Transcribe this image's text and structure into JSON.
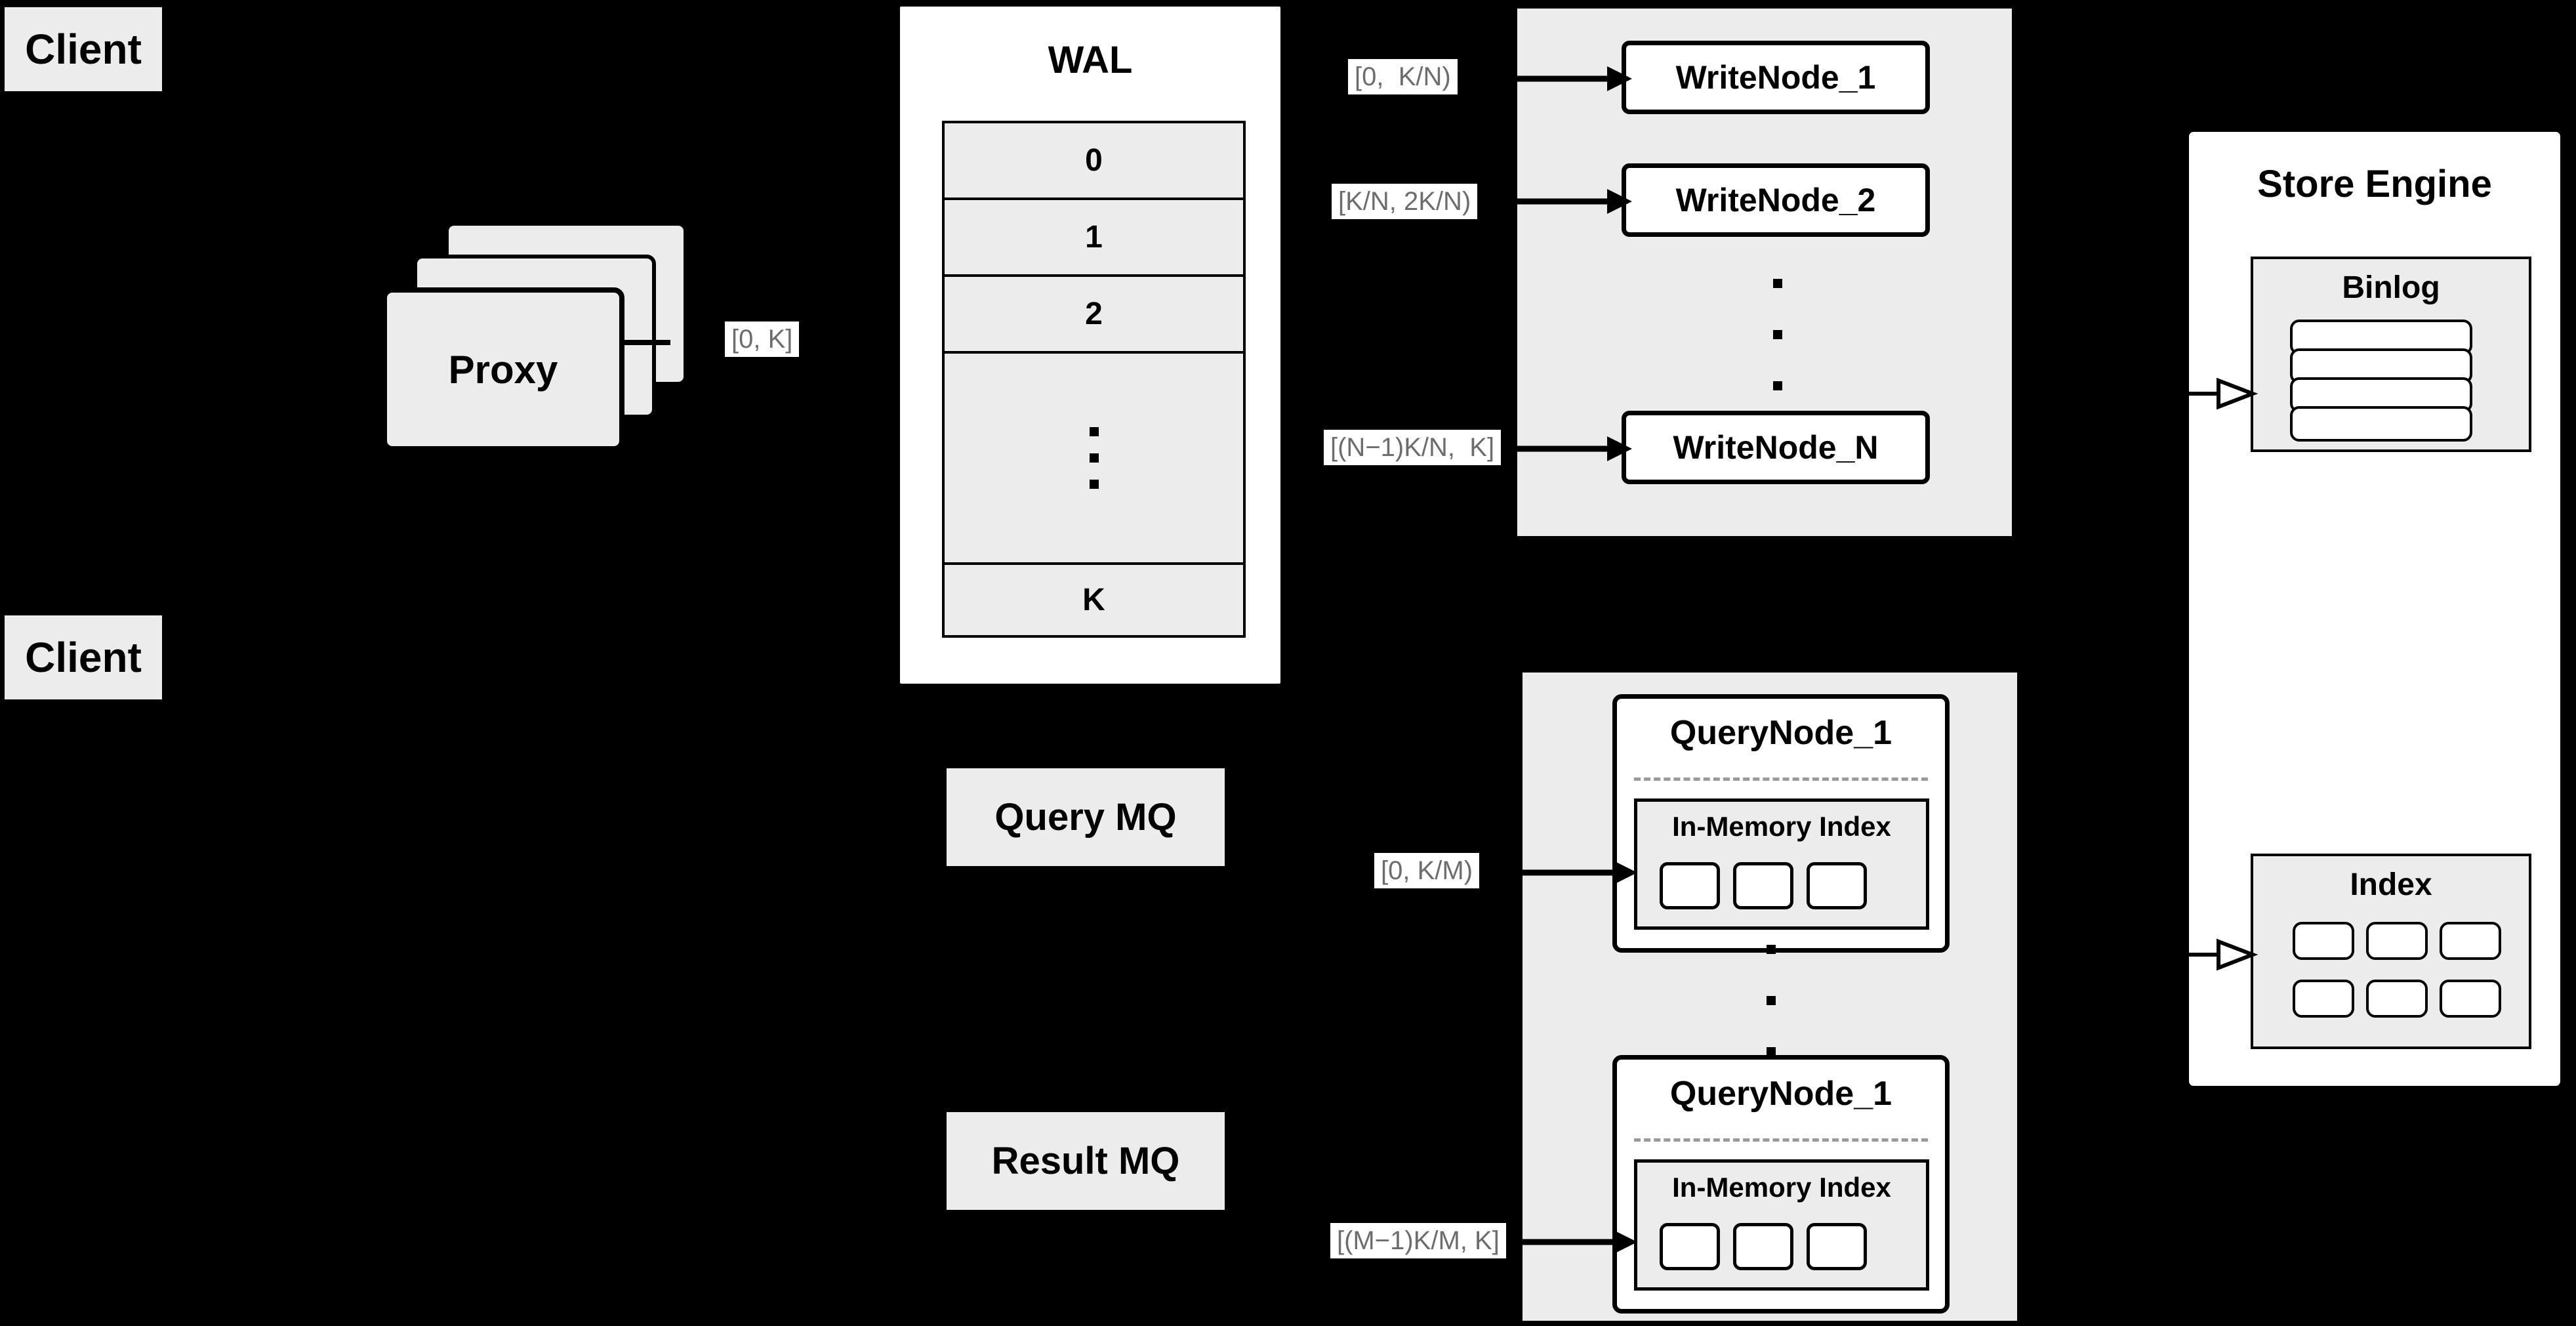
{
  "diagram": {
    "title": "Distributed write/query engine architecture",
    "background_color": "#000000",
    "panel_fill": "#ECECEC",
    "node_fill": "#FFFFFF",
    "stroke_color": "#000000",
    "label_text_color": "#6D6D6D"
  },
  "clients": [
    {
      "label": "Client"
    },
    {
      "label": "Client"
    }
  ],
  "proxy": {
    "label": "Proxy",
    "stack_count": 3,
    "output_label": "[0, K]"
  },
  "wal": {
    "title": "WAL",
    "rows": [
      "0",
      "1",
      "2",
      "···",
      "K"
    ],
    "ellipsis_row_index": 3,
    "ellipsis_dots": 3
  },
  "message_queues": [
    {
      "label": "Query MQ",
      "name": "query-mq"
    },
    {
      "label": "Result MQ",
      "name": "result-mq"
    }
  ],
  "write_cluster": {
    "nodes": [
      {
        "label": "WriteNode_1",
        "range_label": "[0,  K/N)"
      },
      {
        "label": "WriteNode_2",
        "range_label": "[K/N, 2K/N)"
      },
      {
        "label": "WriteNode_N",
        "range_label": "[(N−1)K/N,  K]"
      }
    ],
    "ellipsis_dots": 3
  },
  "query_cluster": {
    "nodes": [
      {
        "label": "QueryNode_1",
        "range_label": "[0, K/M)",
        "index": {
          "title": "In-Memory Index",
          "cells": 3
        }
      },
      {
        "label": "QueryNode_1",
        "range_label": "[(M−1)K/M, K]",
        "index": {
          "title": "In-Memory Index",
          "cells": 3
        }
      }
    ],
    "ellipsis_dots": 3
  },
  "store_engine": {
    "title": "Store Engine",
    "binlog": {
      "title": "Binlog",
      "bars": 4
    },
    "index": {
      "title": "Index",
      "rows": 2,
      "cols": 3,
      "cells": 6
    }
  }
}
